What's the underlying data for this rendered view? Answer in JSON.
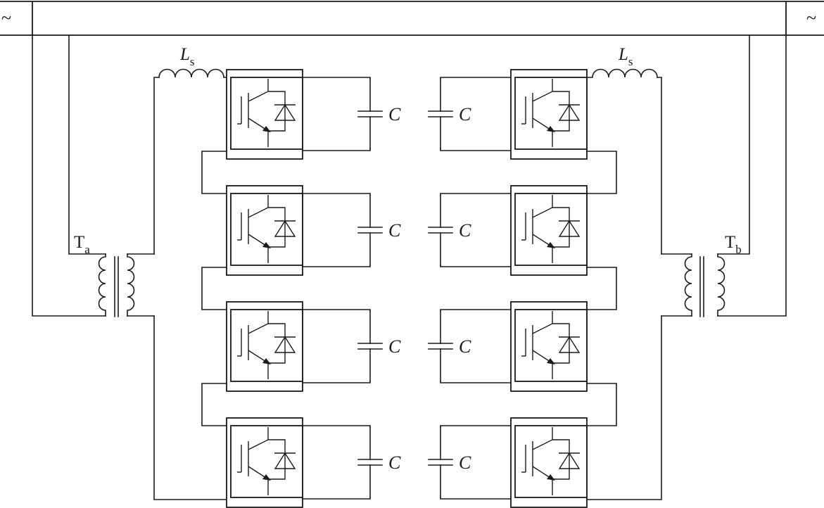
{
  "source_symbols": {
    "left": "~",
    "right": "~"
  },
  "labels": {
    "transformer_left": {
      "main": "T",
      "sub": "a"
    },
    "transformer_right": {
      "main": "T",
      "sub": "b"
    },
    "inductor_left": {
      "main": "L",
      "sub": "s"
    },
    "inductor_right": {
      "main": "L",
      "sub": "s"
    },
    "capacitor": "C"
  },
  "converter": {
    "modules_per_arm": 4,
    "arms": 2
  }
}
